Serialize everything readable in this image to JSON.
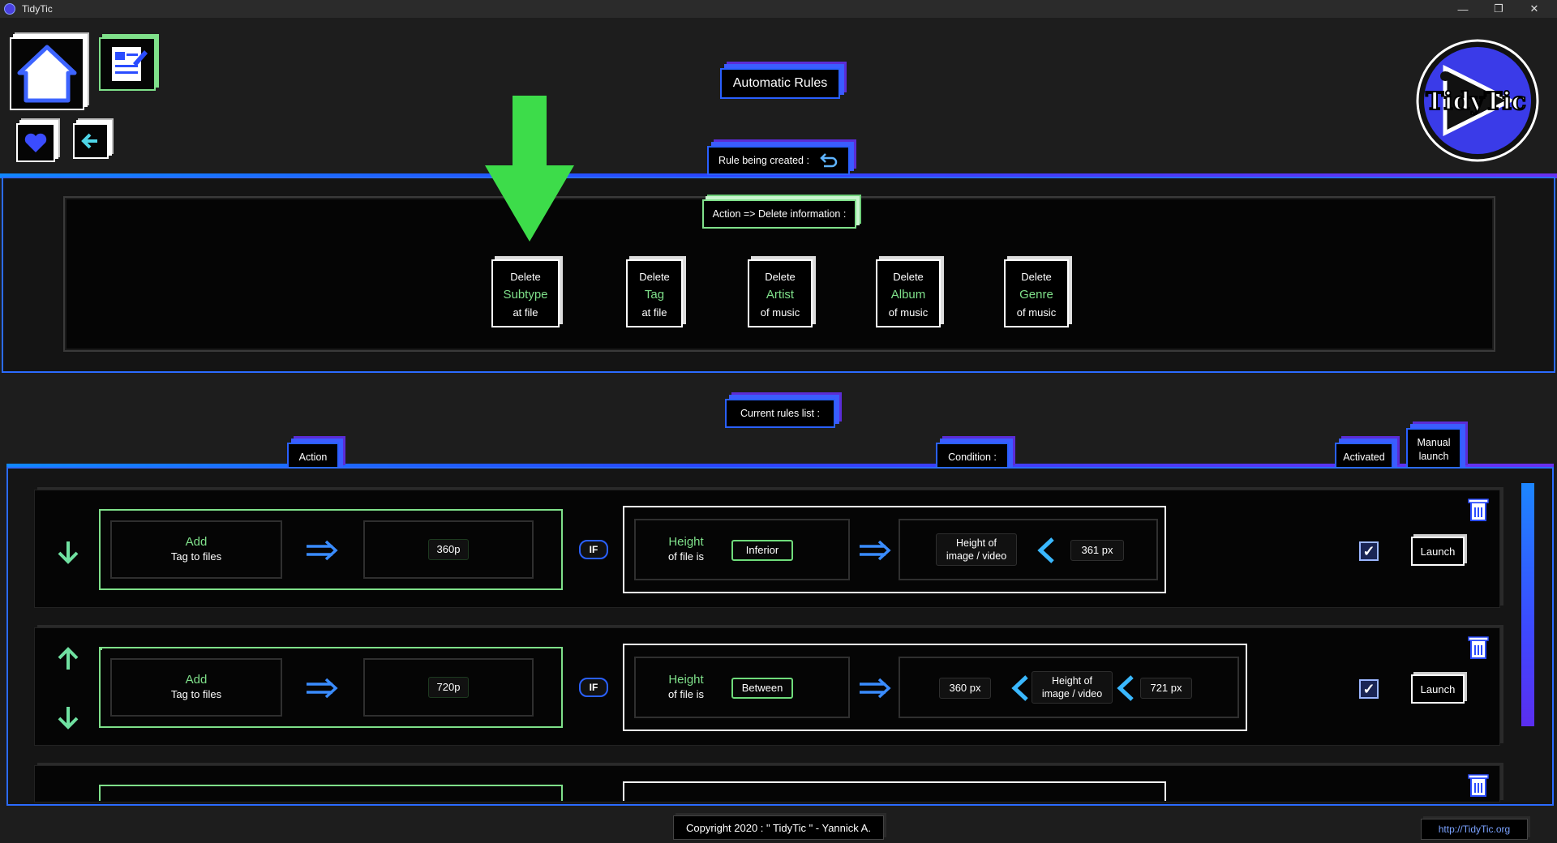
{
  "app": {
    "title": "TidyTic"
  },
  "window_controls": {
    "minimize": "—",
    "restore": "❐",
    "close": "✕"
  },
  "header": {
    "title": "Automatic Rules",
    "logo_text": "TidyTic"
  },
  "rule_creation": {
    "label": "Rule being created :",
    "action_label": "Action => Delete information :",
    "buttons": [
      {
        "line1": "Delete",
        "line2": "Subtype",
        "line3": "at file"
      },
      {
        "line1": "Delete",
        "line2": "Tag",
        "line3": "at file"
      },
      {
        "line1": "Delete",
        "line2": "Artist",
        "line3": "of music"
      },
      {
        "line1": "Delete",
        "line2": "Album",
        "line3": "of music"
      },
      {
        "line1": "Delete",
        "line2": "Genre",
        "line3": "of music"
      }
    ]
  },
  "rules_list": {
    "label": "Current rules list :",
    "columns": {
      "action": "Action",
      "condition": "Condition :",
      "activated": "Activated",
      "manual_launch_1": "Manual",
      "manual_launch_2": "launch"
    },
    "rows": [
      {
        "action_verb": "Add",
        "action_obj": "Tag to files",
        "value": "360p",
        "if": "IF",
        "cond_title": "Height",
        "cond_sub": "of file is",
        "operator": "Inferior",
        "target1": "Height of",
        "target2": "image / video",
        "bound": "361 px",
        "activated": true,
        "launch": "Launch"
      },
      {
        "action_verb": "Add",
        "action_obj": "Tag to files",
        "value": "720p",
        "if": "IF",
        "cond_title": "Height",
        "cond_sub": "of file is",
        "operator": "Between",
        "low": "360 px",
        "target1": "Height of",
        "target2": "image / video",
        "high": "721 px",
        "activated": true,
        "launch": "Launch"
      }
    ]
  },
  "footer": {
    "copyright": "Copyright 2020 : \" TidyTic \" - Yannick A.",
    "link": "http://TidyTic.org"
  },
  "colors": {
    "green": "#7fe08a",
    "blue": "#2b6bff",
    "purple": "#6a2ff0",
    "big_arrow": "#3ddc4a"
  }
}
